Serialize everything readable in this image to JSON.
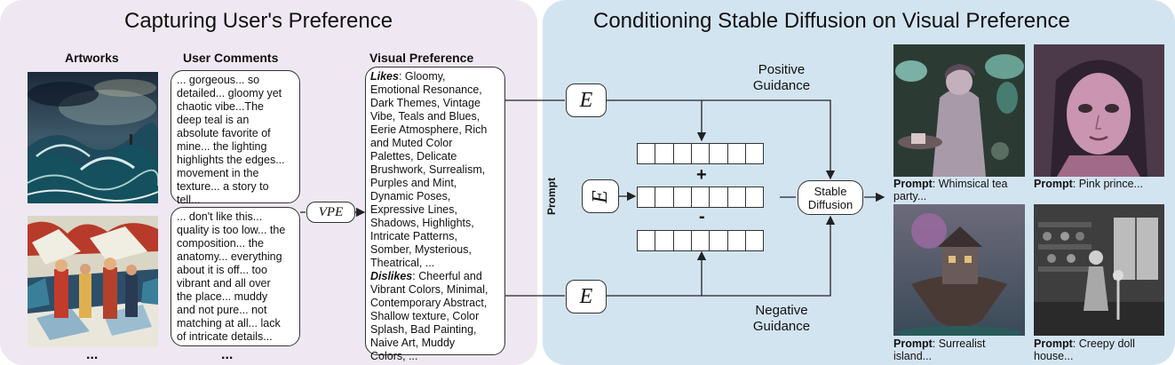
{
  "left_panel": {
    "title": "Capturing User's Preference",
    "headers": {
      "artworks": "Artworks",
      "comments": "User Comments",
      "preference": "Visual Preference"
    },
    "comment1": [
      "... gorgeous... so",
      "detailed... gloomy yet",
      "chaotic vibe...The",
      "deep teal is an",
      "absolute favorite of",
      "mine... the lighting",
      "highlights the edges...",
      "movement in the",
      "texture... a story to",
      "tell..."
    ],
    "comment2": [
      "... don't like this...",
      "quality is too low... the",
      "composition... the",
      "anatomy... everything",
      "about it is off... too",
      "vibrant and all over",
      "the place...  muddy",
      "and not pure... not",
      "matching at all... lack",
      "of intricate details..."
    ],
    "ellipsis": "...",
    "vpe_label": "VPE",
    "likes_label": "Likes",
    "likes_lines": [
      ": Gloomy,",
      "Emotional Resonance,",
      "Dark Themes, Vintage",
      "Vibe, Teals and Blues,",
      "Eerie Atmosphere, Rich",
      "and Muted Color",
      "Palettes, Delicate",
      "Brushwork, Surrealism,",
      "Purples and Mint,",
      "Dynamic Poses,",
      "Expressive Lines,",
      "Shadows, Highlights,",
      "Intricate Patterns,",
      "Somber, Mysterious,",
      "Theatrical, ..."
    ],
    "dislikes_label": "Dislikes",
    "dislikes_lines": [
      ": Cheerful and",
      "Vibrant Colors, Minimal,",
      "Contemporary Abstract,",
      "Shallow texture, Color",
      "Splash, Bad Painting,",
      "Naive Art, Muddy",
      "Colors, ..."
    ]
  },
  "right_panel": {
    "title": "Conditioning Stable Diffusion on Visual Preference",
    "encoder_symbol": "E",
    "prompt_label": "Prompt",
    "positive_guidance": [
      "Positive",
      "Guidance"
    ],
    "negative_guidance": [
      "Negative",
      "Guidance"
    ],
    "plus": "+",
    "minus": "-",
    "sd_label": [
      "Stable",
      "Diffusion"
    ],
    "outputs": [
      {
        "label": "Prompt",
        "text": ": Whimsical tea party..."
      },
      {
        "label": "Prompt",
        "text": ": Pink prince..."
      },
      {
        "label": "Prompt",
        "text": ": Surrealist island..."
      },
      {
        "label": "Prompt",
        "text": ": Creepy doll house..."
      }
    ]
  },
  "colors": {
    "left_bg": "#efe8f2",
    "right_bg": "#d3e4f1",
    "line": "#222222"
  }
}
